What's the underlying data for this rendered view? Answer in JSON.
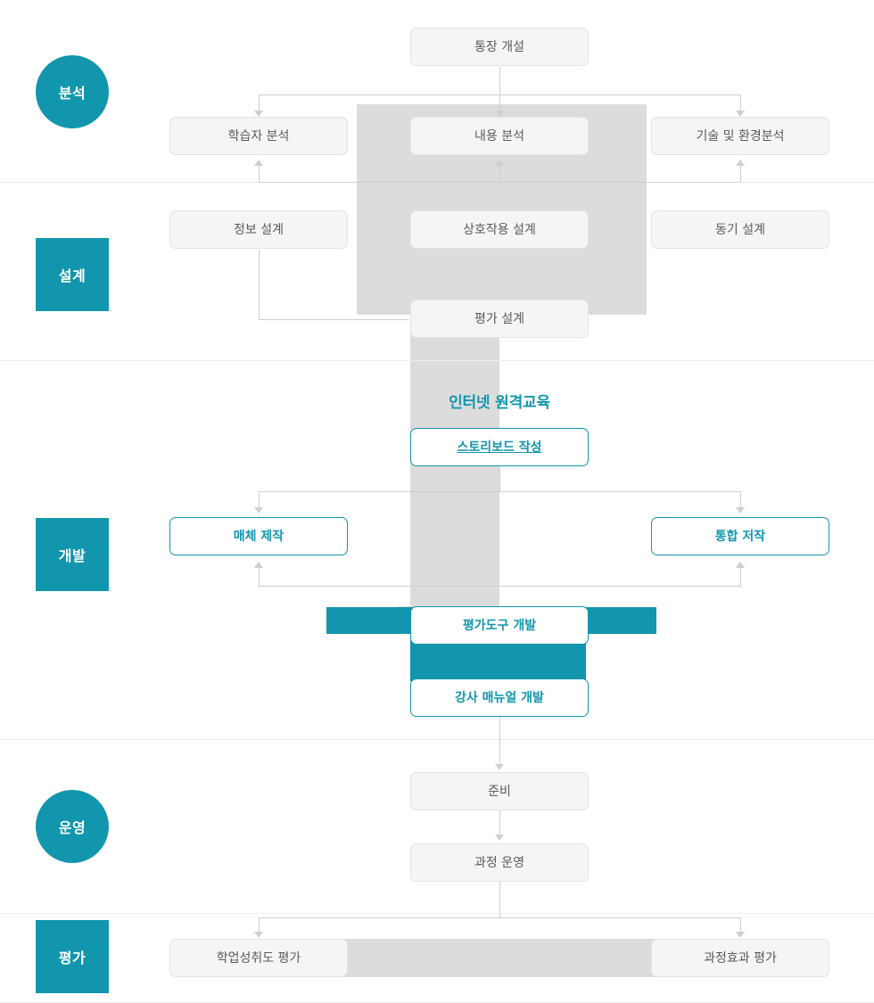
{
  "diagram": {
    "title_caption": "인터넷 원격교육",
    "accent_color": "#1296ad",
    "overlay_color": "#dcdcdc",
    "node_fill": "#f5f5f5",
    "node_border": "#e3e3e3",
    "stages": [
      {
        "id": "analysis",
        "label": "분석",
        "shape": "circle"
      },
      {
        "id": "design",
        "label": "설계",
        "shape": "square"
      },
      {
        "id": "develop",
        "label": "개발",
        "shape": "square"
      },
      {
        "id": "operate",
        "label": "운영",
        "shape": "circle"
      },
      {
        "id": "evaluate",
        "label": "평가",
        "shape": "square"
      }
    ],
    "nodes": {
      "account_open": "통장 개설",
      "learner_analysis": "학습자 분석",
      "content_analysis": "내용 분석",
      "tech_env_analysis": "기술 및 환경분석",
      "info_design": "정보 설계",
      "interaction_design": "상호작용 설계",
      "motivation_design": "동기 설계",
      "evaluation_design": "평가 설계",
      "storyboard": "스토리보드 작성",
      "media_production": "매체 제작",
      "integrated_author": "통합 저작",
      "eval_tool_dev": "평가도구 개발",
      "instructor_manual": "강사 매뉴얼 개발",
      "preparation": "준비",
      "course_operation": "과정 운영",
      "achievement_eval": "학업성취도 평가",
      "course_effect_eval": "과정효과 평가"
    }
  }
}
